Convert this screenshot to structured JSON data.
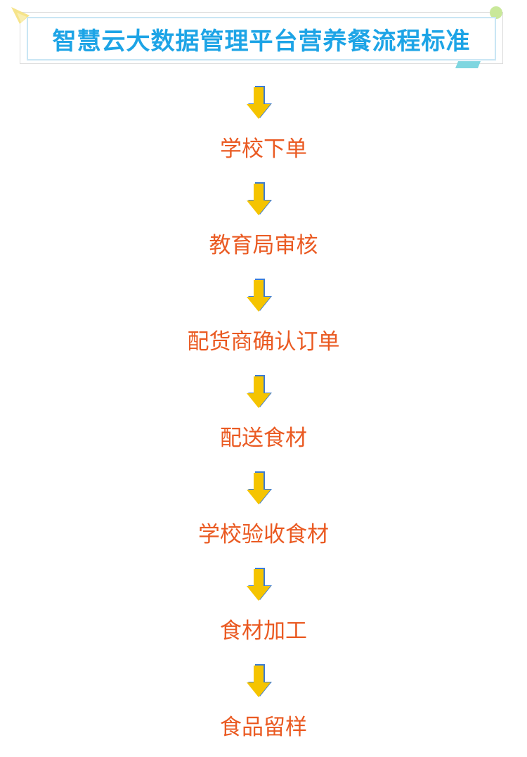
{
  "header": {
    "title": "智慧云大数据管理平台营养餐流程标准"
  },
  "flow": {
    "arrow_icon": "down-arrow-icon",
    "steps": [
      {
        "label": "学校下单"
      },
      {
        "label": "教育局审核"
      },
      {
        "label": "配货商确认订单"
      },
      {
        "label": "配送食材"
      },
      {
        "label": "学校验收食材"
      },
      {
        "label": "食材加工"
      },
      {
        "label": "食品留样"
      }
    ]
  },
  "colors": {
    "title": "#1da4e6",
    "step_text": "#ea5a22",
    "arrow_fill": "#f5c400",
    "arrow_shadow": "#3a7bd5",
    "title_border": "#c9e6f4"
  }
}
